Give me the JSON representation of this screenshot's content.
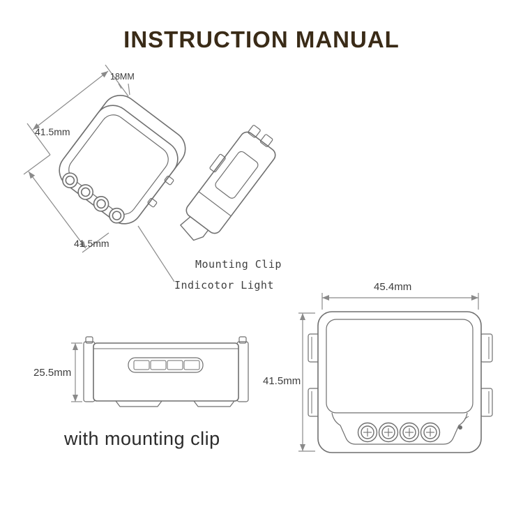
{
  "title": "INSTRUCTION MANUAL",
  "iso_view": {
    "dim_thickness": "18MM",
    "dim_left": "41.5mm",
    "dim_bottom": "41.5mm",
    "mounting_clip_label": "Mounting Clip",
    "indicator_label": "Indicotor Light"
  },
  "side_view": {
    "dim_height": "25.5mm",
    "caption": "with mounting clip"
  },
  "front_view": {
    "dim_width": "45.4mm",
    "dim_height": "41.5mm"
  },
  "colors": {
    "line": "#6f6f6f",
    "dim_line": "#8a8a8a",
    "title_text": "#3a2b17",
    "label_text": "#3f3f3f"
  }
}
